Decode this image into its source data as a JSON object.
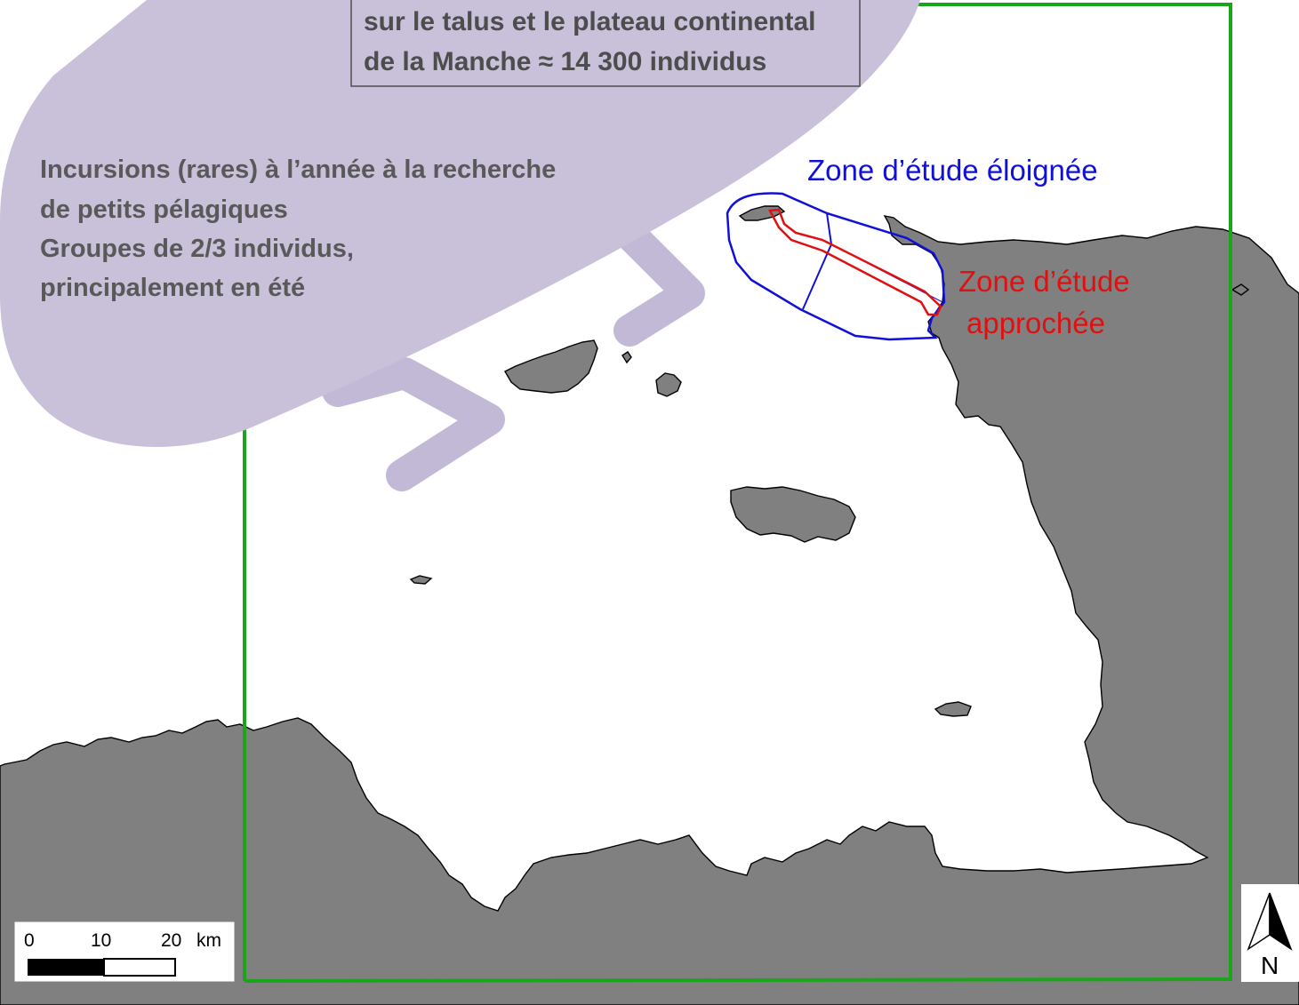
{
  "population_box": {
    "line1": "sur le talus et le plateau continental",
    "line2": "de la Manche  ≈ 14 300 individus"
  },
  "incursions_note": {
    "line1": "Incursions (rares) à l’année à la recherche",
    "line2": "de petits pélagiques",
    "line3": "Groupes de 2/3 individus,",
    "line4": "principalement en été"
  },
  "zones": {
    "far_zone": {
      "label": "Zone d’étude éloignée",
      "color": "#1010d8"
    },
    "near_zone": {
      "line1": "Zone d’étude",
      "line2": "approchée",
      "color": "#e01010"
    },
    "extent_frame_color": "#1aa51a"
  },
  "scale_bar": {
    "ticks": [
      "0",
      "10",
      "20"
    ],
    "unit": "km"
  },
  "north_arrow": {
    "label": "N",
    "icon": "north-arrow-icon"
  },
  "colors": {
    "land": "#808080",
    "sea": "#ffffff",
    "purple_shape": "#c9c0da",
    "purple_arrow": "#c2b9d6"
  }
}
